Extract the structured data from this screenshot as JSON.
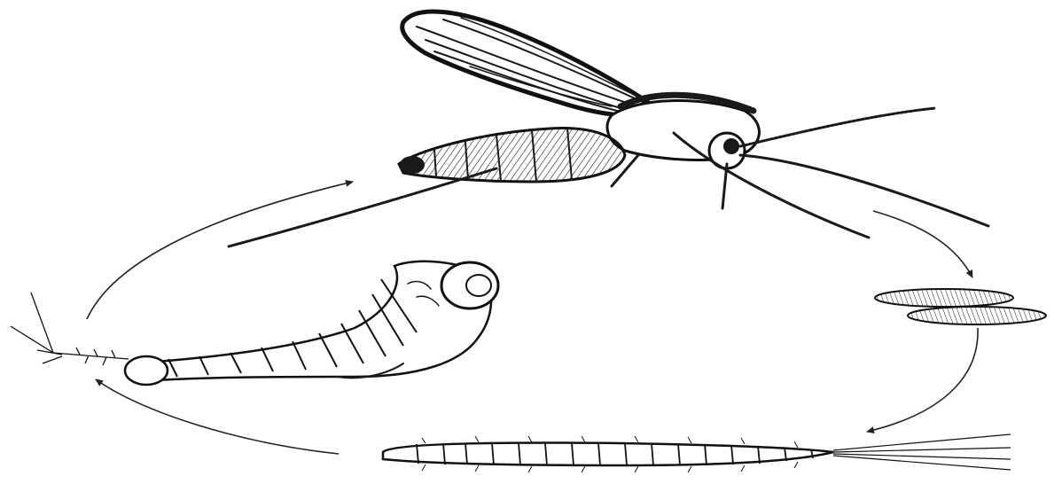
{
  "diagram": {
    "kind": "life-cycle",
    "stage_order": [
      "adult",
      "egg",
      "larva",
      "pupa"
    ],
    "line_color": "#1a1a1a",
    "background": "#ffffff"
  }
}
